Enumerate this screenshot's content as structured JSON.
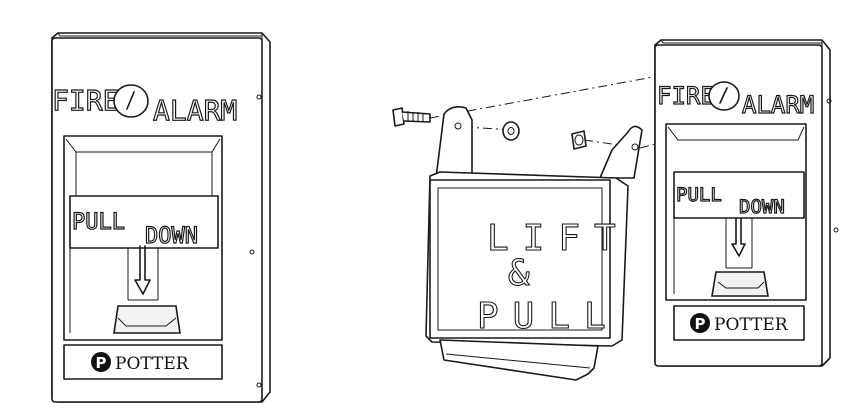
{
  "left_station": {
    "fire": "FIRE",
    "alarm": "ALARM",
    "pull": "PULL",
    "down": "DOWN",
    "brand": "POTTER",
    "logo_letter": "P"
  },
  "cover": {
    "line1": "LIFT",
    "line2": "&",
    "line3": "PULL"
  },
  "right_station": {
    "fire": "FIRE",
    "alarm": "ALARM",
    "pull": "PULL",
    "down": "DOWN",
    "brand": "POTTER",
    "logo_letter": "P"
  }
}
